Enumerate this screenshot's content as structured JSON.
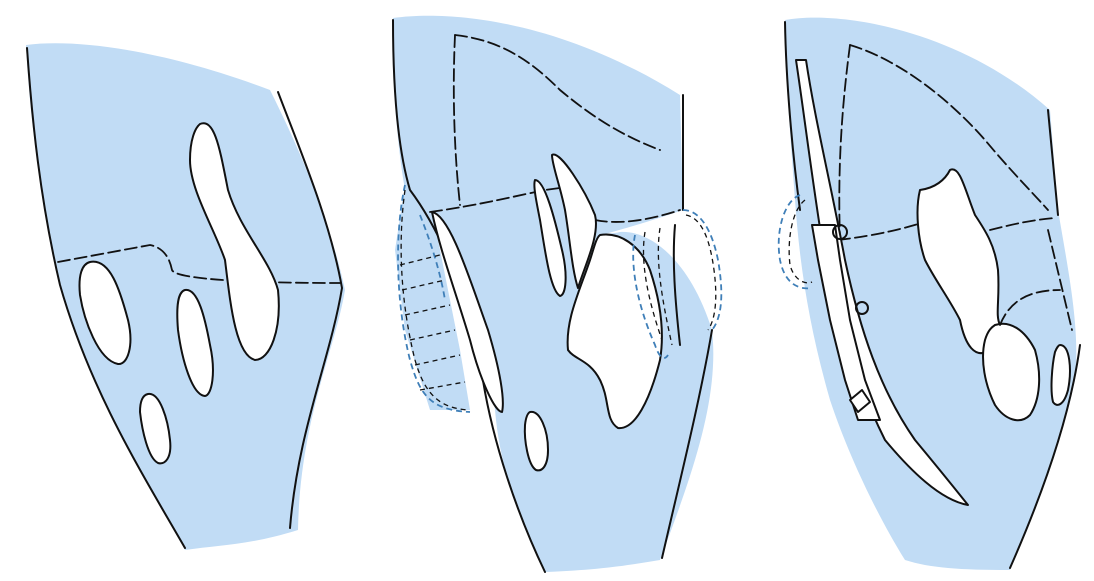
{
  "colors": {
    "fill": "#c1dcf5",
    "ink": "#111111",
    "accent": "#3f7fb8",
    "background": "#ffffff"
  },
  "panels": [
    {
      "id": "left"
    },
    {
      "id": "middle"
    },
    {
      "id": "right"
    }
  ]
}
